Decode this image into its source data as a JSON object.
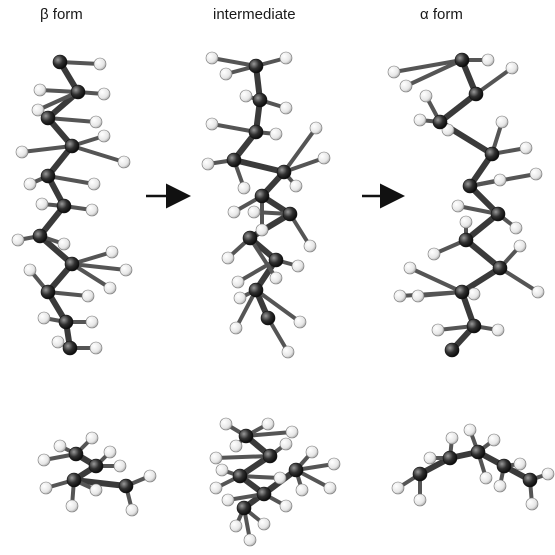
{
  "labels": {
    "beta": "β form",
    "intermediate": "intermediate",
    "alpha": "α form"
  },
  "icons": {
    "arrow1": "right-arrow-icon",
    "arrow2": "right-arrow-icon"
  },
  "colors": {
    "carbon": "#2a2a2a",
    "hydrogen": "#f2f2f2",
    "bond": "#3a3a3a"
  }
}
